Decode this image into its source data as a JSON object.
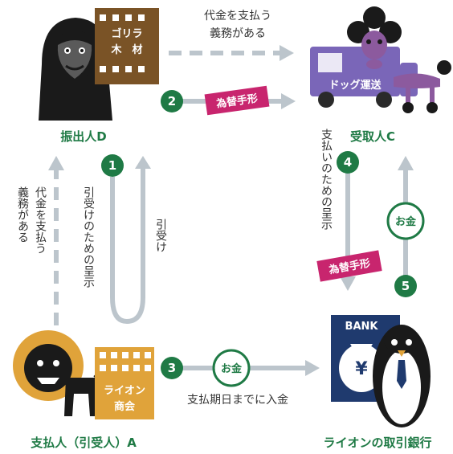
{
  "parties": {
    "drawer": "振出人D",
    "payee": "受取人C",
    "payer": "支払人（引受人）A",
    "bank": "ライオンの取引銀行"
  },
  "buildings": {
    "gorilla": [
      "ゴリラ",
      "木　材"
    ],
    "dog": "ドッグ運送",
    "lion": [
      "ライオン",
      "商会"
    ],
    "bank_sign": "BANK",
    "yen": "¥"
  },
  "notes": {
    "obligation_top": [
      "代金を支払う",
      "義務がある"
    ],
    "obligation_left": [
      "代金を支払う",
      "義務がある"
    ],
    "present_for_acceptance": "引受けのための呈示",
    "acceptance": "引受け",
    "present_for_payment": "支払いのための呈示",
    "deposit_by_due": "支払期日までに入金"
  },
  "tags": {
    "bill_top": "為替手形",
    "bill_right": "為替手形",
    "money_right": "お金",
    "money_bottom": "お金"
  },
  "steps": [
    "1",
    "2",
    "3",
    "4",
    "5"
  ],
  "colors": {
    "green": "#1f7a45",
    "magenta": "#c8256e",
    "arrow": "#bcc5cc",
    "building": "#7a5326",
    "truck": "#7a66b8",
    "poodle": "#8c5a9e",
    "bank": "#1f3a6e",
    "lion": "#e0a33a"
  }
}
